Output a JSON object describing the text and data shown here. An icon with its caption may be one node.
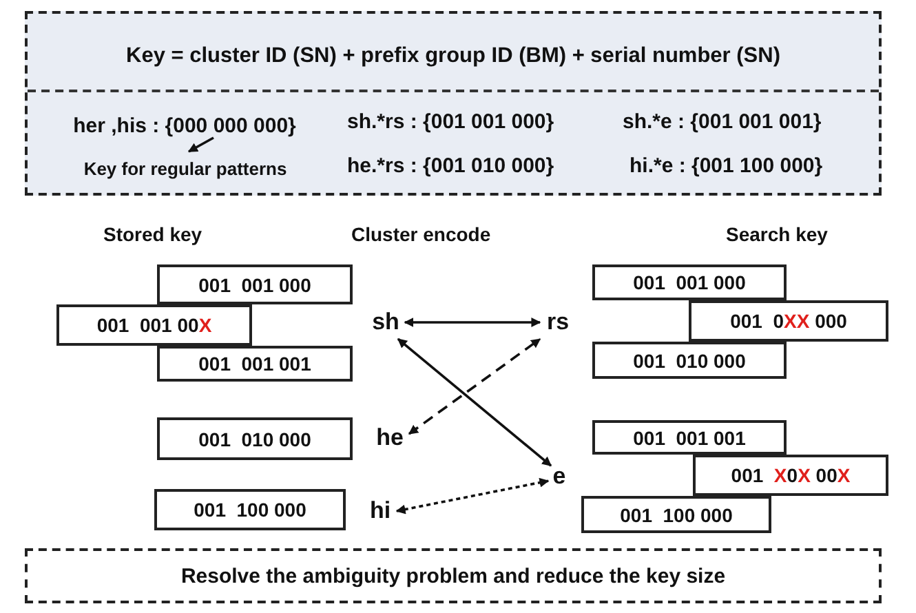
{
  "diagram": {
    "nodes": [
      {
        "text": [
          "Key = cluster ID (SN) + prefix group ID (BM) + serial number (SN)",
          "sh.*rs : {001 001 000}",
          "sh.*e : {001 001 001}",
          "he.*rs : {001 010 000}",
          "hi.*e : {001 100 000}"
        ]
      },
      {
        "text": [
          "her ,his : {000 000 000}"
        ],
        "in": 0
      },
      {
        "text": [
          "Key for regular patterns"
        ],
        "in": 0
      },
      {
        "text": [
          "001  001 000"
        ]
      },
      {
        "text": [
          "001  001 00X"
        ]
      },
      {
        "text": [
          "sh"
        ]
      },
      {
        "text": [
          "rs"
        ]
      },
      {
        "text": [
          "001  001 000"
        ]
      },
      {
        "text": [
          "001  0XX 000"
        ]
      },
      {
        "text": [
          "001  001 001"
        ]
      },
      {
        "text": [
          "001  010 000"
        ]
      },
      {
        "text": [
          "001  010 000"
        ]
      },
      {
        "text": [
          "he"
        ]
      },
      {
        "text": [
          "001  001 001"
        ]
      },
      {
        "text": [
          "001  X0X 00X"
        ]
      },
      {
        "text": [
          "e"
        ]
      },
      {
        "text": [
          "001  100 000"
        ]
      },
      {
        "text": [
          "hi"
        ]
      },
      {
        "text": [
          "001  100 000"
        ]
      },
      {
        "text": [
          "Resolve the ambiguity problem and reduce the key size"
        ]
      }
    ],
    "edges": [
      {
        "from": 1,
        "to": 2,
        "arrow": "to"
      },
      {
        "from": 5,
        "to": 6,
        "arrow": "both"
      },
      {
        "from": 5,
        "to": 15,
        "arrow": "both"
      },
      {
        "from": 12,
        "to": 6,
        "arrow": "both",
        "style": "dashed"
      },
      {
        "from": 17,
        "to": 15,
        "arrow": "both",
        "style": "dashed"
      }
    ],
    "labels": [
      "Stored key",
      "Cluster encode",
      "Search key"
    ]
  }
}
